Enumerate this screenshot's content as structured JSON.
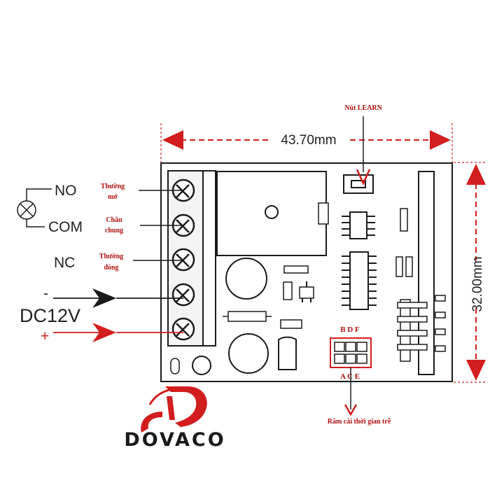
{
  "dimensions": {
    "width": "43.70mm",
    "height": "32.00mm"
  },
  "relay_terminals": {
    "no": {
      "label": "NO",
      "note_line1": "Thường",
      "note_line2": "mở"
    },
    "com": {
      "label": "COM",
      "note_line1": "Chân",
      "note_line2": "chung"
    },
    "nc": {
      "label": "NC",
      "note_line1": "Thường",
      "note_line2": "đóng"
    }
  },
  "power": {
    "minus": "-",
    "voltage": "DC12V",
    "plus": "+"
  },
  "learn_button": {
    "label": "Nút LEARN"
  },
  "jumper": {
    "top_pins": "B D F",
    "bottom_pins": "A C E",
    "note": "Răm cài thời gian trễ"
  },
  "brand": {
    "name": "DOVACO"
  },
  "colors": {
    "accent": "#d21e1e",
    "line": "#1a1a1a",
    "board": "#ffffff"
  }
}
